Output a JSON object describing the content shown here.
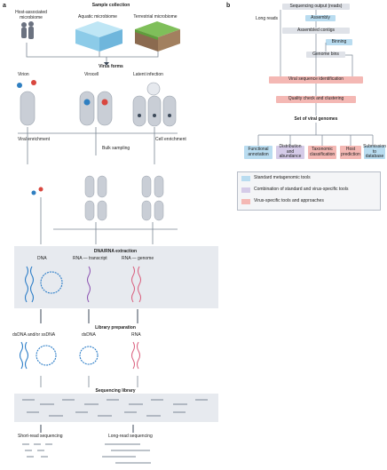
{
  "panel_a": {
    "label": "a",
    "sample_collection": {
      "title": "Sample collection",
      "host": "Host-associated\nmicrobiome",
      "aquatic": "Aquatic microbiome",
      "terrestrial": "Terrestrial microbiome"
    },
    "virus_forms": {
      "title": "Virus forms",
      "virion": "Virion",
      "virocell": "Virocell",
      "latent": "Latent infection"
    },
    "enrichment": {
      "viral": "Viral enrichment",
      "cell": "Cell enrichment",
      "bulk": "Bulk sampling"
    },
    "extraction": {
      "title": "DNA/RNA extraction",
      "dna": "DNA",
      "rna_transcript": "RNA — transcript",
      "rna_genome": "RNA — genome"
    },
    "library": {
      "title": "Library preparation",
      "ds_ss": "dsDNA and/or ssDNA",
      "dsdna": "dsDNA",
      "rna": "RNA"
    },
    "sequencing": {
      "title": "Sequencing library",
      "short": "Short-read sequencing",
      "long": "Long-read sequencing"
    }
  },
  "panel_b": {
    "label": "b",
    "seq_output": "Sequencing output (reads)",
    "long_reads": "Long reads",
    "assembly": "Assembly",
    "assembled_contigs": "Assembled contigs",
    "binning": "Binning",
    "genome_bins": "Genome bins",
    "viral_id": "Viral sequence identification",
    "quality": "Quality check and clustering",
    "set_title": "Set of viral genomes",
    "outputs": [
      "Functional\nannotation",
      "Distribution\nand abundance",
      "Taxonomic\nclassification",
      "Host\nprediction",
      "Submission\nto database"
    ],
    "legend": [
      {
        "label": "Standard metagenomic tools",
        "color": "#b9dcf0"
      },
      {
        "label": "Combination of standard and virus-specific tools",
        "color": "#d5cbe8"
      },
      {
        "label": "Virus-specific tools and approaches",
        "color": "#f4b8b4"
      }
    ]
  },
  "colors": {
    "arrow": "#7b8794",
    "blue_virus": "#2f7fc1",
    "red_virus": "#d9473f",
    "dna_blue": "#2a7cc7",
    "rna_purple": "#8a4fb0",
    "rna_pink": "#d95a7a",
    "band": "#e7eaef"
  }
}
